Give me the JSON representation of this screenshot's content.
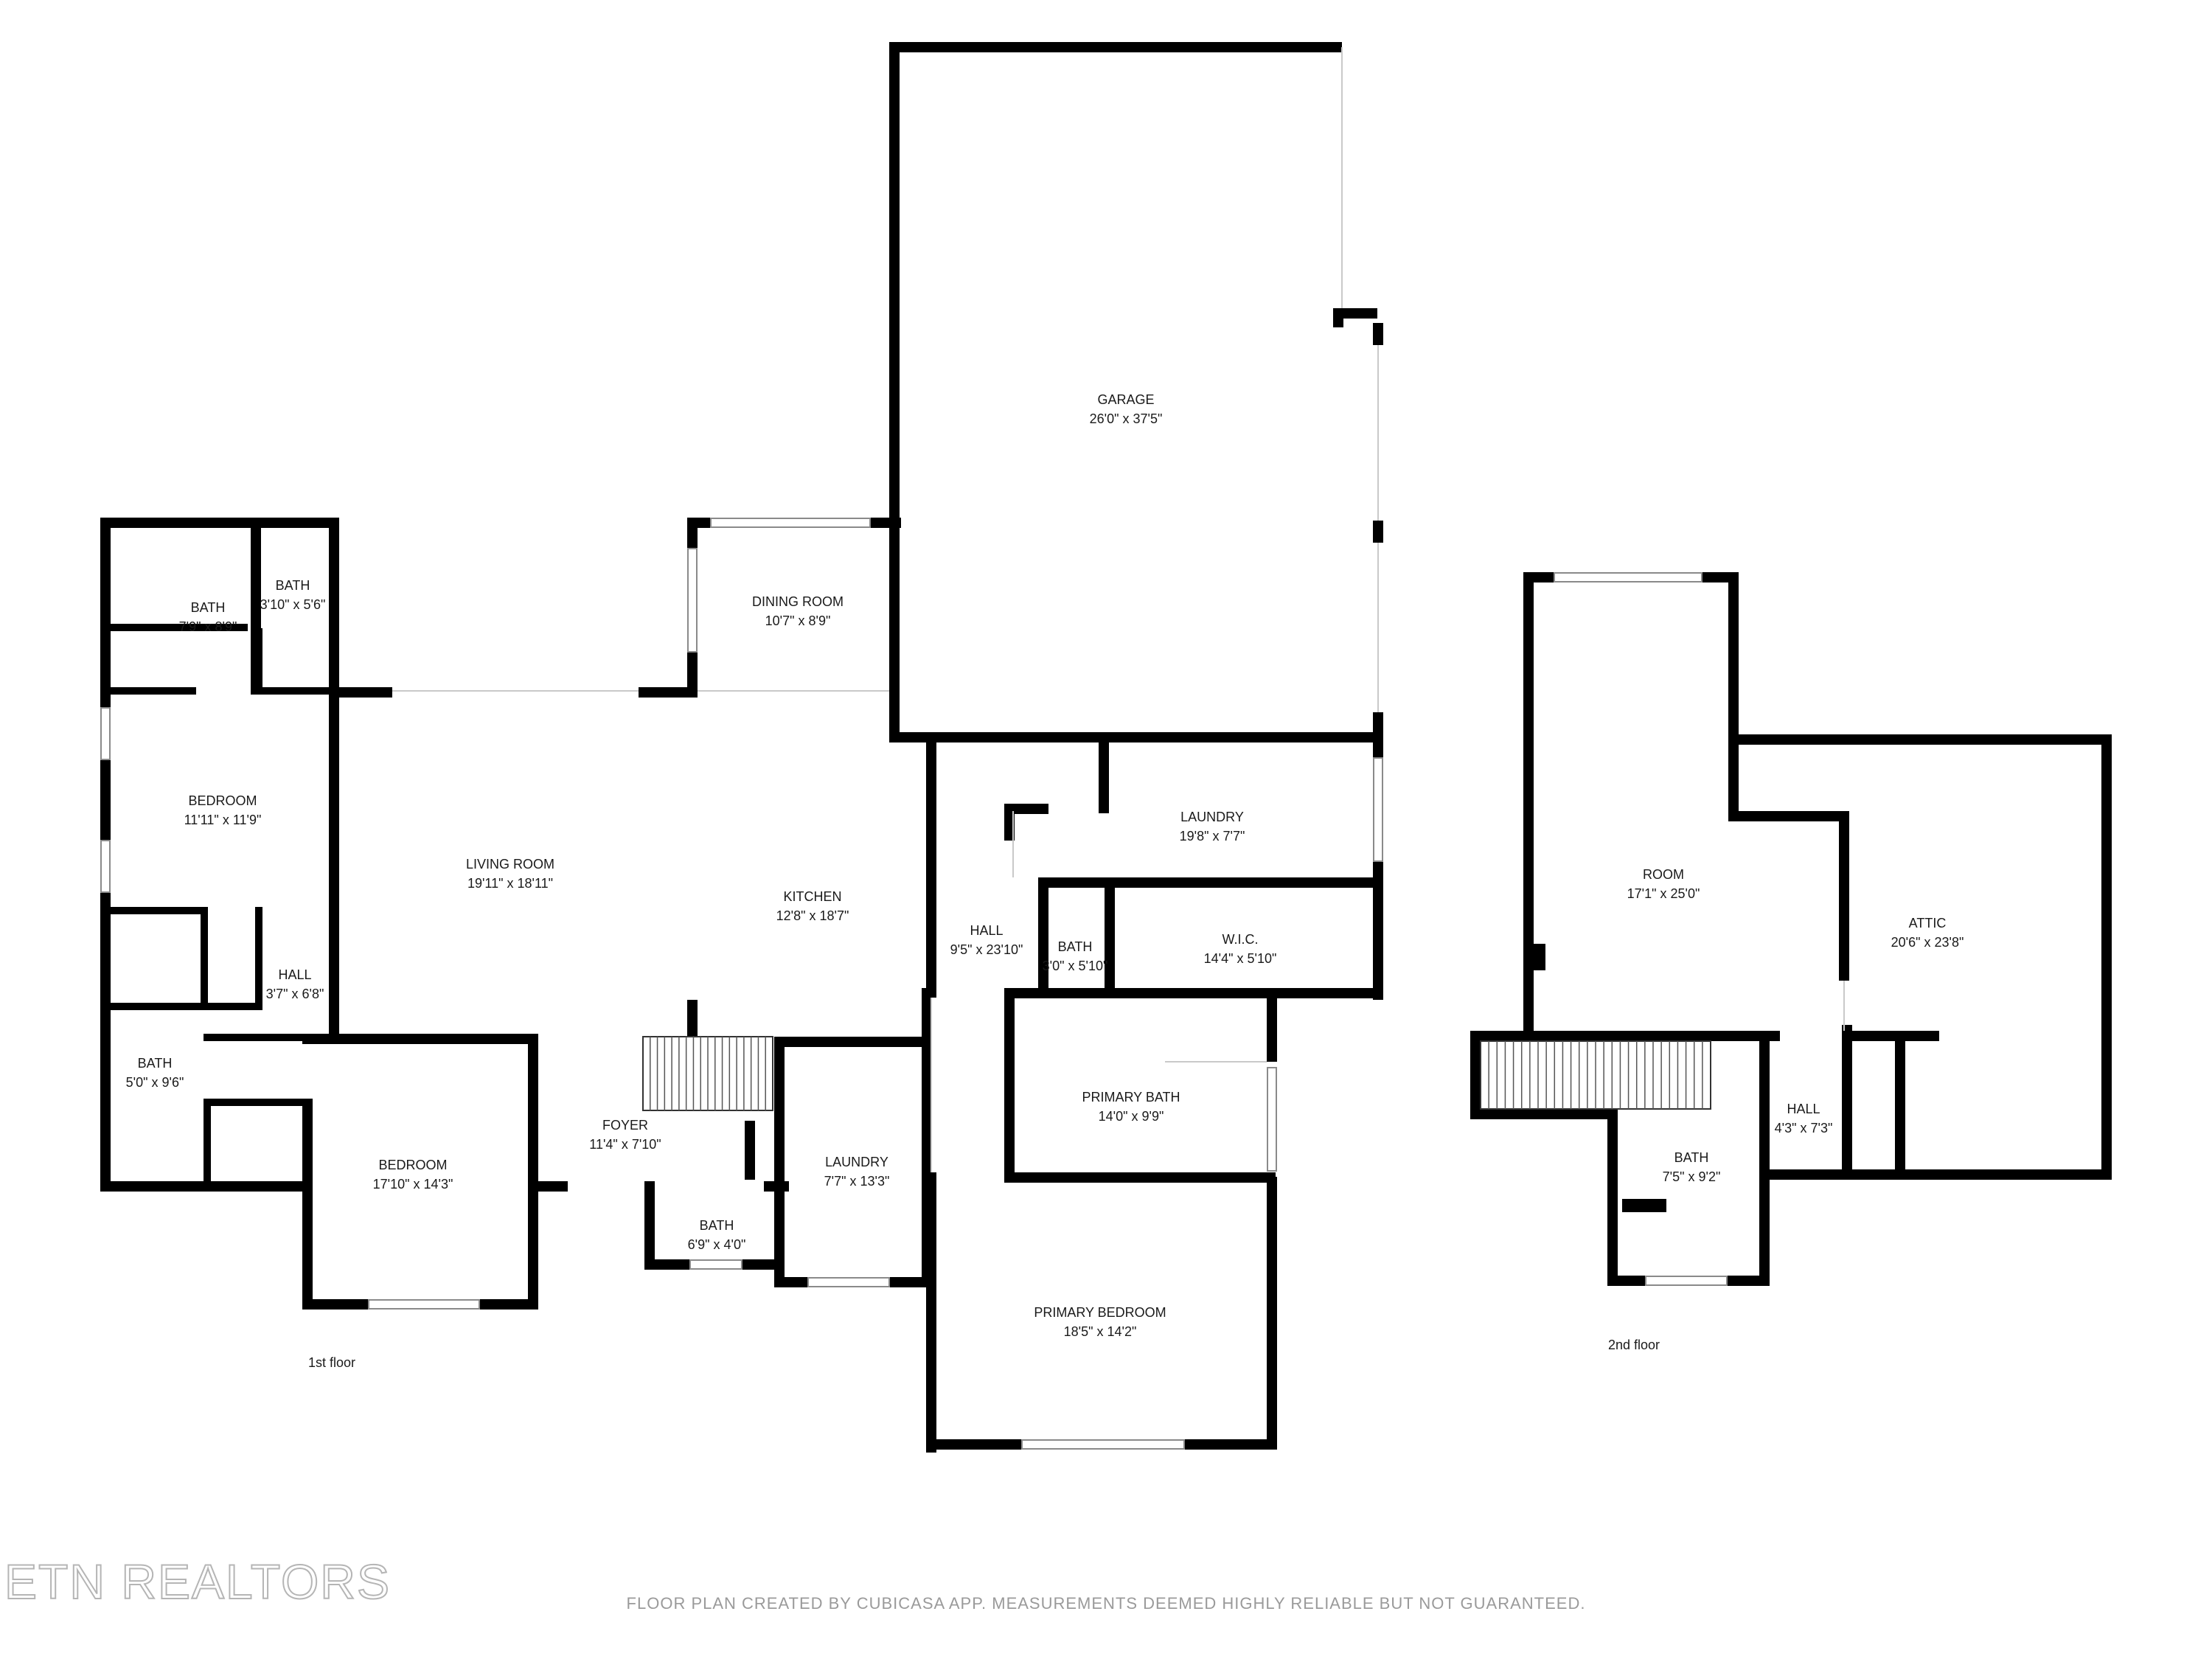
{
  "rooms": {
    "bath_a": {
      "name": "BATH",
      "dims": "7'9\" x 8'9\""
    },
    "bath_b": {
      "name": "BATH",
      "dims": "3'10\" x 5'6\""
    },
    "dining": {
      "name": "DINING ROOM",
      "dims": "10'7\" x 8'9\""
    },
    "garage": {
      "name": "GARAGE",
      "dims": "26'0\" x 37'5\""
    },
    "bedroom_1": {
      "name": "BEDROOM",
      "dims": "11'11\" x 11'9\""
    },
    "living": {
      "name": "LIVING ROOM",
      "dims": "19'11\" x 18'11\""
    },
    "kitchen": {
      "name": "KITCHEN",
      "dims": "12'8\" x 18'7\""
    },
    "laundry_1": {
      "name": "LAUNDRY",
      "dims": "19'8\" x 7'7\""
    },
    "hall_1": {
      "name": "HALL",
      "dims": "9'5\" x 23'10\""
    },
    "bath_c": {
      "name": "BATH",
      "dims": "3'0\" x 5'10\""
    },
    "wic": {
      "name": "W.I.C.",
      "dims": "14'4\" x 5'10\""
    },
    "hall_2": {
      "name": "HALL",
      "dims": "3'7\" x 6'8\""
    },
    "bath_d": {
      "name": "BATH",
      "dims": "5'0\" x 9'6\""
    },
    "foyer": {
      "name": "FOYER",
      "dims": "11'4\" x 7'10\""
    },
    "bedroom_2": {
      "name": "BEDROOM",
      "dims": "17'10\" x 14'3\""
    },
    "laundry_2": {
      "name": "LAUNDRY",
      "dims": "7'7\" x 13'3\""
    },
    "primary_bath": {
      "name": "PRIMARY BATH",
      "dims": "14'0\" x 9'9\""
    },
    "bath_e": {
      "name": "BATH",
      "dims": "6'9\" x 4'0\""
    },
    "primary_bedroom": {
      "name": "PRIMARY BEDROOM",
      "dims": "18'5\" x 14'2\""
    },
    "room_up": {
      "name": "ROOM",
      "dims": "17'1\" x 25'0\""
    },
    "attic": {
      "name": "ATTIC",
      "dims": "20'6\" x 23'8\""
    },
    "hall_up": {
      "name": "HALL",
      "dims": "4'3\" x 7'3\""
    },
    "bath_up": {
      "name": "BATH",
      "dims": "7'5\" x 9'2\""
    }
  },
  "floors": {
    "first": "1st floor",
    "second": "2nd floor"
  },
  "footer": {
    "logo": "ETN REALTORS",
    "disclaimer": "FLOOR PLAN CREATED BY CUBICASA APP. MEASUREMENTS DEEMED HIGHLY RELIABLE BUT NOT GUARANTEED."
  }
}
